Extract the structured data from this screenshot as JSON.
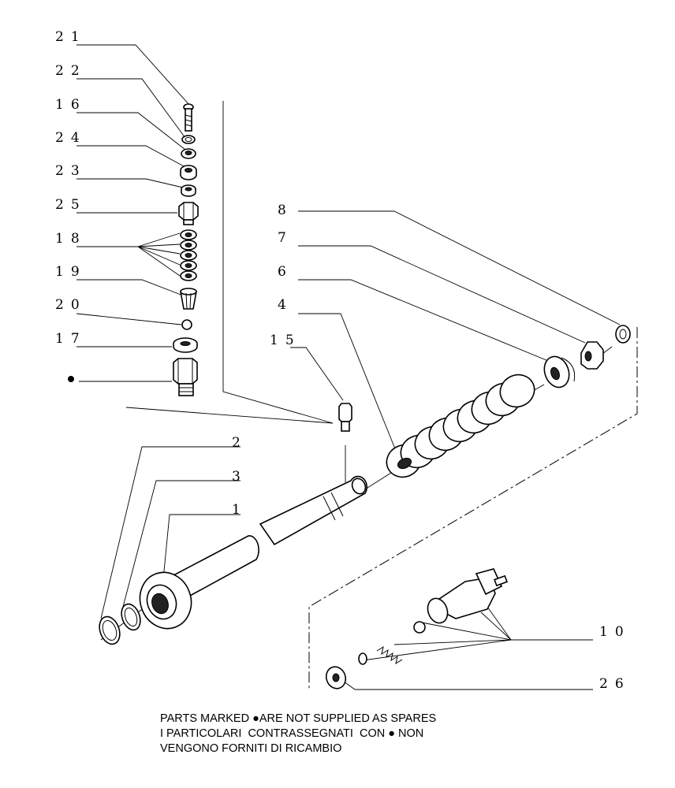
{
  "labels": {
    "l21": "21",
    "l22": "22",
    "l16": "16",
    "l24": "24",
    "l23": "23",
    "l25": "25",
    "l18": "18",
    "l19": "19",
    "l20": "20",
    "l17": "17",
    "l15": "15",
    "l8": "8",
    "l7": "7",
    "l6": "6",
    "l4": "4",
    "l2": "2",
    "l3": "3",
    "l1": "1",
    "l10": "10",
    "l26": "26"
  },
  "note": {
    "line1_a": "PARTS MARKED ",
    "line1_b": "ARE NOT SUPPLIED AS SPARES",
    "line2_a": "I PARTICOLARI  CONTRASSEGNATI  CON ",
    "line2_b": " NON",
    "line3": "VENGONO FORNITI DI RICAMBIO"
  }
}
